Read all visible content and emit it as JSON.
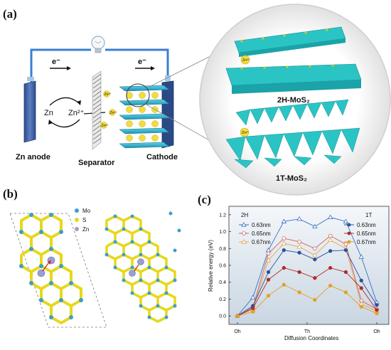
{
  "panels": {
    "a": "(a)",
    "b": "(b)",
    "c": "(c)"
  },
  "battery": {
    "electron_left": "e⁻",
    "electron_right": "e⁻",
    "zn": "Zn",
    "zn2": "Zn²⁺",
    "ion": "Zn²⁺",
    "anode": "Zn anode",
    "separator": "Separator",
    "cathode": "Cathode"
  },
  "structures": {
    "top": "2H-MoS₂",
    "bottom": "1T-MoS₂"
  },
  "legend_b": {
    "mo": "Mo",
    "s": "S",
    "zn": "Zn"
  },
  "colors": {
    "wire": "#3a7fd1",
    "mos2": "#2bc4c4",
    "sulfur": "#e6d81c",
    "zinc": "#9a9fd0",
    "mo": "#3c9fc7",
    "plot_bg": "#dde6ee"
  },
  "chart_data": {
    "type": "line",
    "xlabel": "Diffusion Coordinates",
    "ylabel": "Relative energy (eV)",
    "x_ticks": [
      "Oh",
      "Th",
      "Oh"
    ],
    "ylim": [
      -0.1,
      1.3
    ],
    "y_ticks": [
      "0.0",
      "0.2",
      "0.4",
      "0.6",
      "0.8",
      "1.0",
      "1.2"
    ],
    "legend_titles": {
      "left": "2H",
      "right": "1T"
    },
    "x": [
      0,
      1,
      2,
      3,
      4,
      5,
      6,
      7,
      8,
      9
    ],
    "series": [
      {
        "name": "0.63nm",
        "group": "2H",
        "color": "#3a6fc4",
        "marker": "triangle-open",
        "values": [
          0.0,
          0.22,
          0.78,
          1.12,
          1.15,
          1.06,
          1.17,
          1.12,
          0.7,
          0.16
        ]
      },
      {
        "name": "0.65nm",
        "group": "2H",
        "color": "#d0605e",
        "marker": "circle-open",
        "values": [
          0.0,
          0.1,
          0.74,
          0.92,
          0.88,
          0.8,
          0.95,
          0.85,
          0.18,
          0.08
        ]
      },
      {
        "name": "0.67nm",
        "group": "2H",
        "color": "#e8a74a",
        "marker": "triangle-open",
        "values": [
          0.0,
          0.08,
          0.66,
          0.86,
          0.82,
          0.72,
          0.9,
          0.8,
          0.14,
          0.06
        ]
      },
      {
        "name": "0.63nm",
        "group": "1T",
        "color": "#2a4f9e",
        "marker": "circle",
        "values": [
          0.0,
          0.12,
          0.52,
          0.78,
          0.75,
          0.67,
          0.77,
          0.78,
          0.42,
          0.13
        ]
      },
      {
        "name": "0.65nm",
        "group": "1T",
        "color": "#b02a2a",
        "marker": "circle",
        "values": [
          0.0,
          0.09,
          0.43,
          0.57,
          0.52,
          0.45,
          0.57,
          0.52,
          0.33,
          0.07
        ]
      },
      {
        "name": "0.67nm",
        "group": "1T",
        "color": "#e3a021",
        "marker": "circle",
        "values": [
          0.0,
          0.05,
          0.24,
          0.37,
          0.28,
          0.19,
          0.36,
          0.28,
          0.11,
          0.03
        ]
      }
    ]
  }
}
